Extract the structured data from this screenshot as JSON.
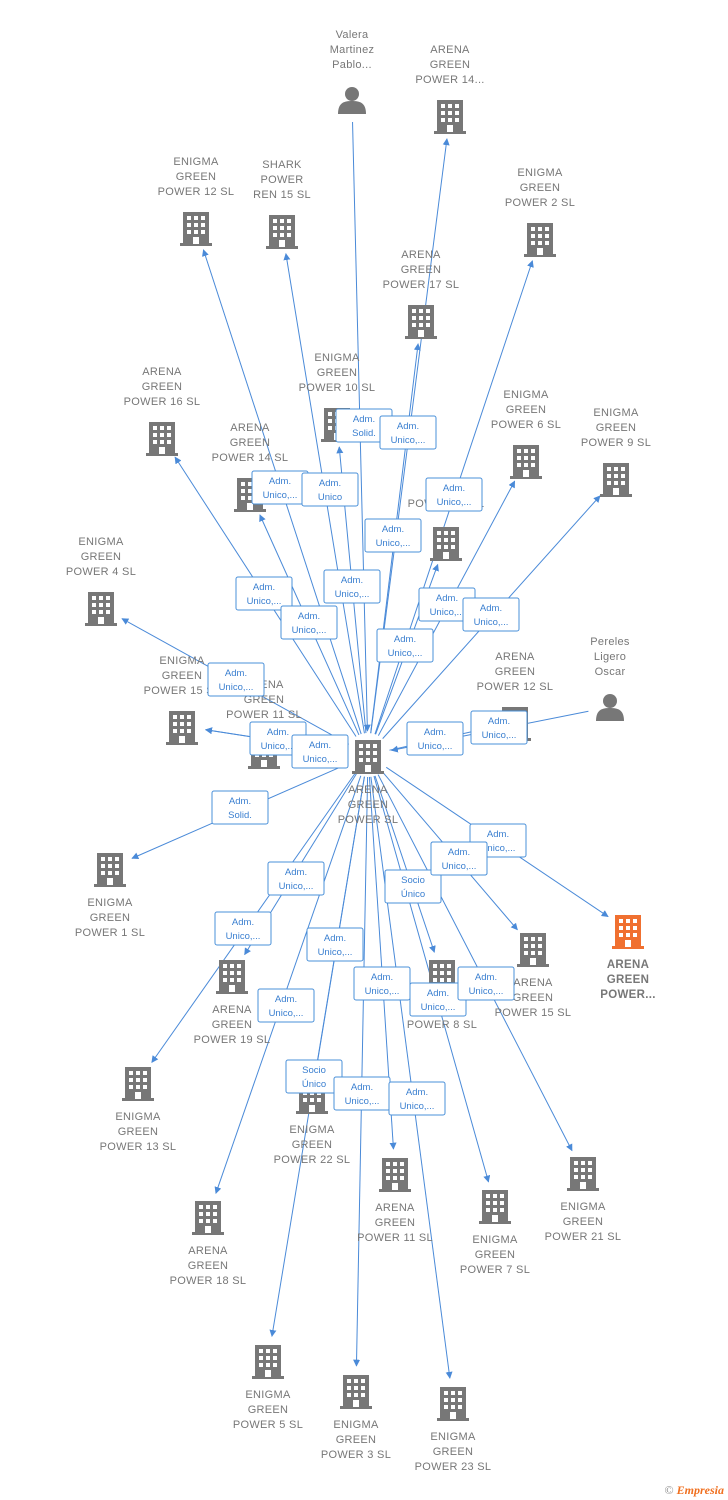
{
  "colors": {
    "edge": "#4a8ad8",
    "node": "#777777",
    "highlight": "#f07030",
    "role_text": "#3a7fd0"
  },
  "footer": {
    "symbol": "©",
    "brand": "Empresia"
  },
  "nodes": [
    {
      "id": "center",
      "type": "company",
      "lines": [
        "ARENA",
        "GREEN",
        "POWER  SL"
      ]
    },
    {
      "id": "valera",
      "type": "person",
      "lines": [
        "Valera",
        "Martinez",
        "Pablo..."
      ]
    },
    {
      "id": "agp14",
      "type": "company",
      "lines": [
        "ARENA",
        "GREEN",
        "POWER 14..."
      ]
    },
    {
      "id": "egp12a",
      "type": "company",
      "lines": [
        "ENIGMA",
        "GREEN",
        "POWER 12  SL"
      ]
    },
    {
      "id": "shark",
      "type": "company",
      "lines": [
        "SHARK",
        "POWER",
        "REN 15  SL"
      ]
    },
    {
      "id": "egp2",
      "type": "company",
      "lines": [
        "ENIGMA",
        "GREEN",
        "POWER 2  SL"
      ]
    },
    {
      "id": "agp17",
      "type": "company",
      "lines": [
        "ARENA",
        "GREEN",
        "POWER 17  SL"
      ]
    },
    {
      "id": "egp10",
      "type": "company",
      "lines": [
        "ENIGMA",
        "GREEN",
        "POWER 10  SL"
      ]
    },
    {
      "id": "agp16",
      "type": "company",
      "lines": [
        "ARENA",
        "GREEN",
        "POWER 16  SL"
      ]
    },
    {
      "id": "agp14b",
      "type": "company",
      "lines": [
        "ARENA",
        "GREEN",
        "POWER 14  SL"
      ]
    },
    {
      "id": "egp6",
      "type": "company",
      "lines": [
        "ENIGMA",
        "GREEN",
        "POWER 6  SL"
      ]
    },
    {
      "id": "egp9",
      "type": "company",
      "lines": [
        "ENIGMA",
        "GREEN",
        "POWER 9  SL"
      ]
    },
    {
      "id": "p13",
      "type": "company",
      "lines": [
        "POWER 13  SL"
      ]
    },
    {
      "id": "egp4",
      "type": "company",
      "lines": [
        "ENIGMA",
        "GREEN",
        "POWER 4  SL"
      ]
    },
    {
      "id": "egp15",
      "type": "company",
      "lines": [
        "ENIGMA",
        "GREEN",
        "POWER 15  SL"
      ]
    },
    {
      "id": "agp11a",
      "type": "company",
      "lines": [
        "ARENA",
        "GREEN",
        "POWER 11  SL"
      ]
    },
    {
      "id": "agp12",
      "type": "company",
      "lines": [
        "ARENA",
        "GREEN",
        "POWER 12  SL"
      ]
    },
    {
      "id": "pereles",
      "type": "person",
      "lines": [
        "Pereles",
        "Ligero",
        "Oscar"
      ]
    },
    {
      "id": "egp1",
      "type": "company",
      "lines": [
        "ENIGMA",
        "GREEN",
        "POWER 1  SL"
      ]
    },
    {
      "id": "highlight",
      "type": "company-highlight",
      "lines": [
        "ARENA",
        "GREEN",
        "POWER..."
      ]
    },
    {
      "id": "agp15",
      "type": "company",
      "lines": [
        "ARENA",
        "GREEN",
        "POWER 15  SL"
      ]
    },
    {
      "id": "agp19",
      "type": "company",
      "lines": [
        "ARENA",
        "GREEN",
        "POWER 19  SL"
      ]
    },
    {
      "id": "gp8",
      "type": "company",
      "lines": [
        "GREEN",
        "POWER 8  SL"
      ]
    },
    {
      "id": "egp13",
      "type": "company",
      "lines": [
        "ENIGMA",
        "GREEN",
        "POWER 13  SL"
      ]
    },
    {
      "id": "egp22",
      "type": "company",
      "lines": [
        "ENIGMA",
        "GREEN",
        "POWER 22  SL"
      ]
    },
    {
      "id": "agp11",
      "type": "company",
      "lines": [
        "ARENA",
        "GREEN",
        "POWER 11  SL"
      ]
    },
    {
      "id": "egp7",
      "type": "company",
      "lines": [
        "ENIGMA",
        "GREEN",
        "POWER 7  SL"
      ]
    },
    {
      "id": "egp21",
      "type": "company",
      "lines": [
        "ENIGMA",
        "GREEN",
        "POWER 21  SL"
      ]
    },
    {
      "id": "agp18",
      "type": "company",
      "lines": [
        "ARENA",
        "GREEN",
        "POWER 18  SL"
      ]
    },
    {
      "id": "egp5",
      "type": "company",
      "lines": [
        "ENIGMA",
        "GREEN",
        "POWER 5  SL"
      ]
    },
    {
      "id": "egp3",
      "type": "company",
      "lines": [
        "ENIGMA",
        "GREEN",
        "POWER 3  SL"
      ]
    },
    {
      "id": "egp23",
      "type": "company",
      "lines": [
        "ENIGMA",
        "GREEN",
        "POWER 23  SL"
      ]
    }
  ],
  "edges": [
    {
      "from": "valera",
      "to": "center",
      "role": [
        "Adm.",
        "Solid."
      ]
    },
    {
      "from": "center",
      "to": "agp14",
      "role": [
        "Adm.",
        "Unico,..."
      ]
    },
    {
      "from": "center",
      "to": "egp12a",
      "role": [
        "Adm.",
        "Unico,..."
      ]
    },
    {
      "from": "center",
      "to": "shark",
      "role": [
        "Adm.",
        "Unico"
      ]
    },
    {
      "from": "center",
      "to": "egp2",
      "role": [
        "Adm.",
        "Unico,..."
      ]
    },
    {
      "from": "center",
      "to": "agp17",
      "role": [
        "Adm.",
        "Unico,..."
      ]
    },
    {
      "from": "center",
      "to": "egp10",
      "role": [
        "Adm.",
        "Unico,..."
      ]
    },
    {
      "from": "center",
      "to": "agp16",
      "role": [
        "Adm.",
        "Unico,..."
      ]
    },
    {
      "from": "center",
      "to": "agp14b",
      "role": [
        "Adm.",
        "Unico,..."
      ]
    },
    {
      "from": "center",
      "to": "egp6",
      "role": [
        "Adm.",
        "Unico,..."
      ]
    },
    {
      "from": "center",
      "to": "egp9",
      "role": [
        "Adm.",
        "Unico,..."
      ]
    },
    {
      "from": "center",
      "to": "p13",
      "role": [
        "Adm.",
        "Unico,..."
      ]
    },
    {
      "from": "center",
      "to": "egp4",
      "role": [
        "Adm.",
        "Unico,..."
      ]
    },
    {
      "from": "center",
      "to": "egp15",
      "role": [
        "Adm.",
        "Unico,..."
      ]
    },
    {
      "from": "center",
      "to": "agp11a",
      "role": [
        "Adm.",
        "Unico,..."
      ]
    },
    {
      "from": "center",
      "to": "agp12",
      "role": [
        "Adm.",
        "Unico,..."
      ]
    },
    {
      "from": "pereles",
      "to": "center",
      "role": [
        "Adm.",
        "Solid."
      ]
    },
    {
      "from": "center",
      "to": "egp1",
      "role": [
        "Adm.",
        "Unico,..."
      ]
    },
    {
      "from": "center",
      "to": "highlight",
      "role": [
        "Adm.",
        "Unico,..."
      ]
    },
    {
      "from": "center",
      "to": "agp15",
      "role": [
        "Adm.",
        "Unico,..."
      ]
    },
    {
      "from": "center",
      "to": "agp19",
      "role": [
        "Socio",
        "Único"
      ]
    },
    {
      "from": "center",
      "to": "gp8",
      "role": [
        "Adm.",
        "Unico,..."
      ]
    },
    {
      "from": "center",
      "to": "egp13",
      "role": [
        "Adm.",
        "Unico,..."
      ]
    },
    {
      "from": "center",
      "to": "egp22",
      "role": [
        "Adm.",
        "Unico,..."
      ]
    },
    {
      "from": "center",
      "to": "agp11",
      "role": [
        "Adm.",
        "Unico,..."
      ]
    },
    {
      "from": "center",
      "to": "egp7",
      "role": [
        "Adm.",
        "Unico,..."
      ]
    },
    {
      "from": "center",
      "to": "egp21",
      "role": [
        "Adm.",
        "Unico,..."
      ]
    },
    {
      "from": "center",
      "to": "agp18",
      "role": [
        "Socio",
        "Único"
      ]
    },
    {
      "from": "center",
      "to": "egp5",
      "role": [
        "Adm.",
        "Unico,..."
      ]
    },
    {
      "from": "center",
      "to": "egp3",
      "role": [
        "Adm.",
        "Unico,..."
      ]
    },
    {
      "from": "center",
      "to": "egp23",
      "role": [
        "Adm.",
        "Unico,..."
      ]
    },
    {
      "from": "center",
      "to": "egp15",
      "role": [
        "Adm.",
        "Unico,..."
      ]
    }
  ]
}
